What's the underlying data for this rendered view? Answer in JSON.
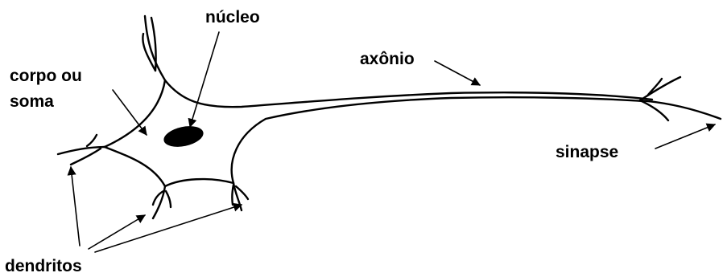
{
  "diagram": {
    "labels": {
      "nucleo": "núcleo",
      "corpo_line1": "corpo ou",
      "corpo_line2": "soma",
      "axonio": "axônio",
      "sinapse": "sinapse",
      "dendritos": "dendritos"
    },
    "colors": {
      "ink": "#000000",
      "background": "#ffffff"
    }
  }
}
